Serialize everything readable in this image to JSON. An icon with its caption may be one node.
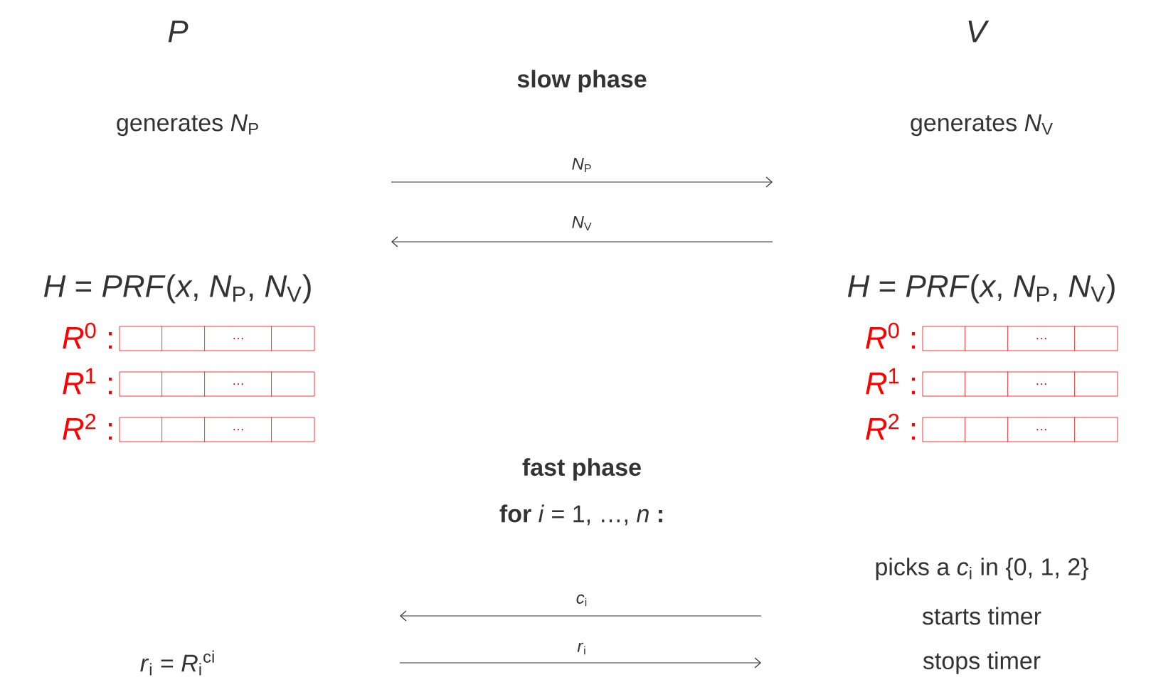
{
  "diagram": {
    "nodes": [
      {
        "text": [
          "*P*"
        ]
      },
      {
        "text": [
          "*V*"
        ]
      },
      {
        "text": [
          "generates *N*$_{P}$"
        ]
      },
      {
        "text": [
          "generates *N*$_{V}$"
        ]
      },
      {
        "text": [
          "*H* = *PRF*(*x*, *N*$_{P}$, *N*$_{V}$)"
        ]
      },
      {
        "text": [
          "*H* = *PRF*(*x*, *N*$_{P}$, *N*$_{V}$)"
        ]
      },
      {
        "text": [
          "…"
        ],
        "beside": [
          "*R*$^{0}$ :"
        ]
      },
      {
        "text": [
          "…"
        ],
        "beside": [
          "*R*$^{1}$ :"
        ]
      },
      {
        "text": [
          "…"
        ],
        "beside": [
          "*R*$^{2}$ :"
        ]
      },
      {
        "text": [
          "…"
        ],
        "beside": [
          "*R*$^{0}$ :"
        ]
      },
      {
        "text": [
          "…"
        ],
        "beside": [
          "*R*$^{1}$ :"
        ]
      },
      {
        "text": [
          "…"
        ],
        "beside": [
          "*R*$^{2}$ :"
        ]
      },
      {
        "text": [
          "picks a *c*$_{i}$ in {0, 1, 2}"
        ]
      },
      {
        "text": [
          "starts timer"
        ]
      },
      {
        "text": [
          "*r*$_{i}$ = *R*$_{i}$$^{ci}$"
        ]
      },
      {
        "text": [
          "stops timer"
        ]
      }
    ],
    "labels": [
      "slow phase",
      "*N*$_{P}$",
      "*N*$_{V}$",
      "fast phase",
      "**for** *i* = 1, …, *n* **:**",
      "*c*$_{i}$",
      "*r*$_{i}$"
    ]
  }
}
